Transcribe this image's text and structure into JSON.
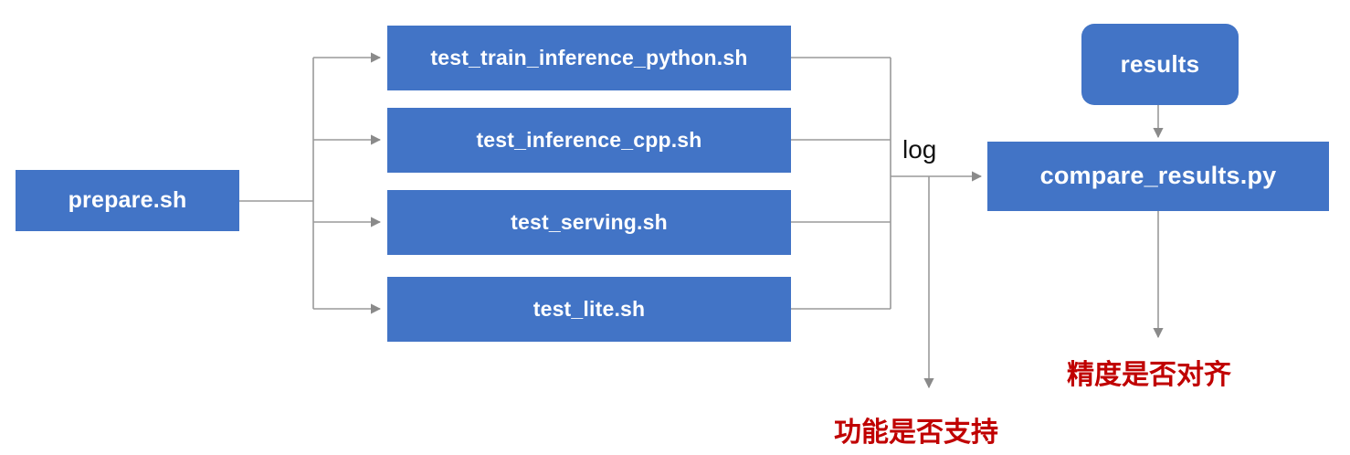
{
  "diagram": {
    "title": "paddle test tipc pipeline",
    "colors": {
      "node_fill": "#4274C6",
      "node_text": "#FFFFFF",
      "edge": "#9A9A9A",
      "note_red": "#C00000",
      "background": "#FFFFFF"
    },
    "nodes": {
      "prepare": {
        "label": "prepare.sh"
      },
      "test_train_inference_python": {
        "label": "test_train_inference_python.sh"
      },
      "test_inference_cpp": {
        "label": "test_inference_cpp.sh"
      },
      "test_serving": {
        "label": "test_serving.sh"
      },
      "test_lite": {
        "label": "test_lite.sh"
      },
      "results": {
        "label": "results"
      },
      "compare_results": {
        "label": "compare_results.py"
      }
    },
    "edge_labels": {
      "log": "log"
    },
    "notes": {
      "function_supported": "功能是否支持",
      "precision_aligned": "精度是否对齐"
    }
  }
}
